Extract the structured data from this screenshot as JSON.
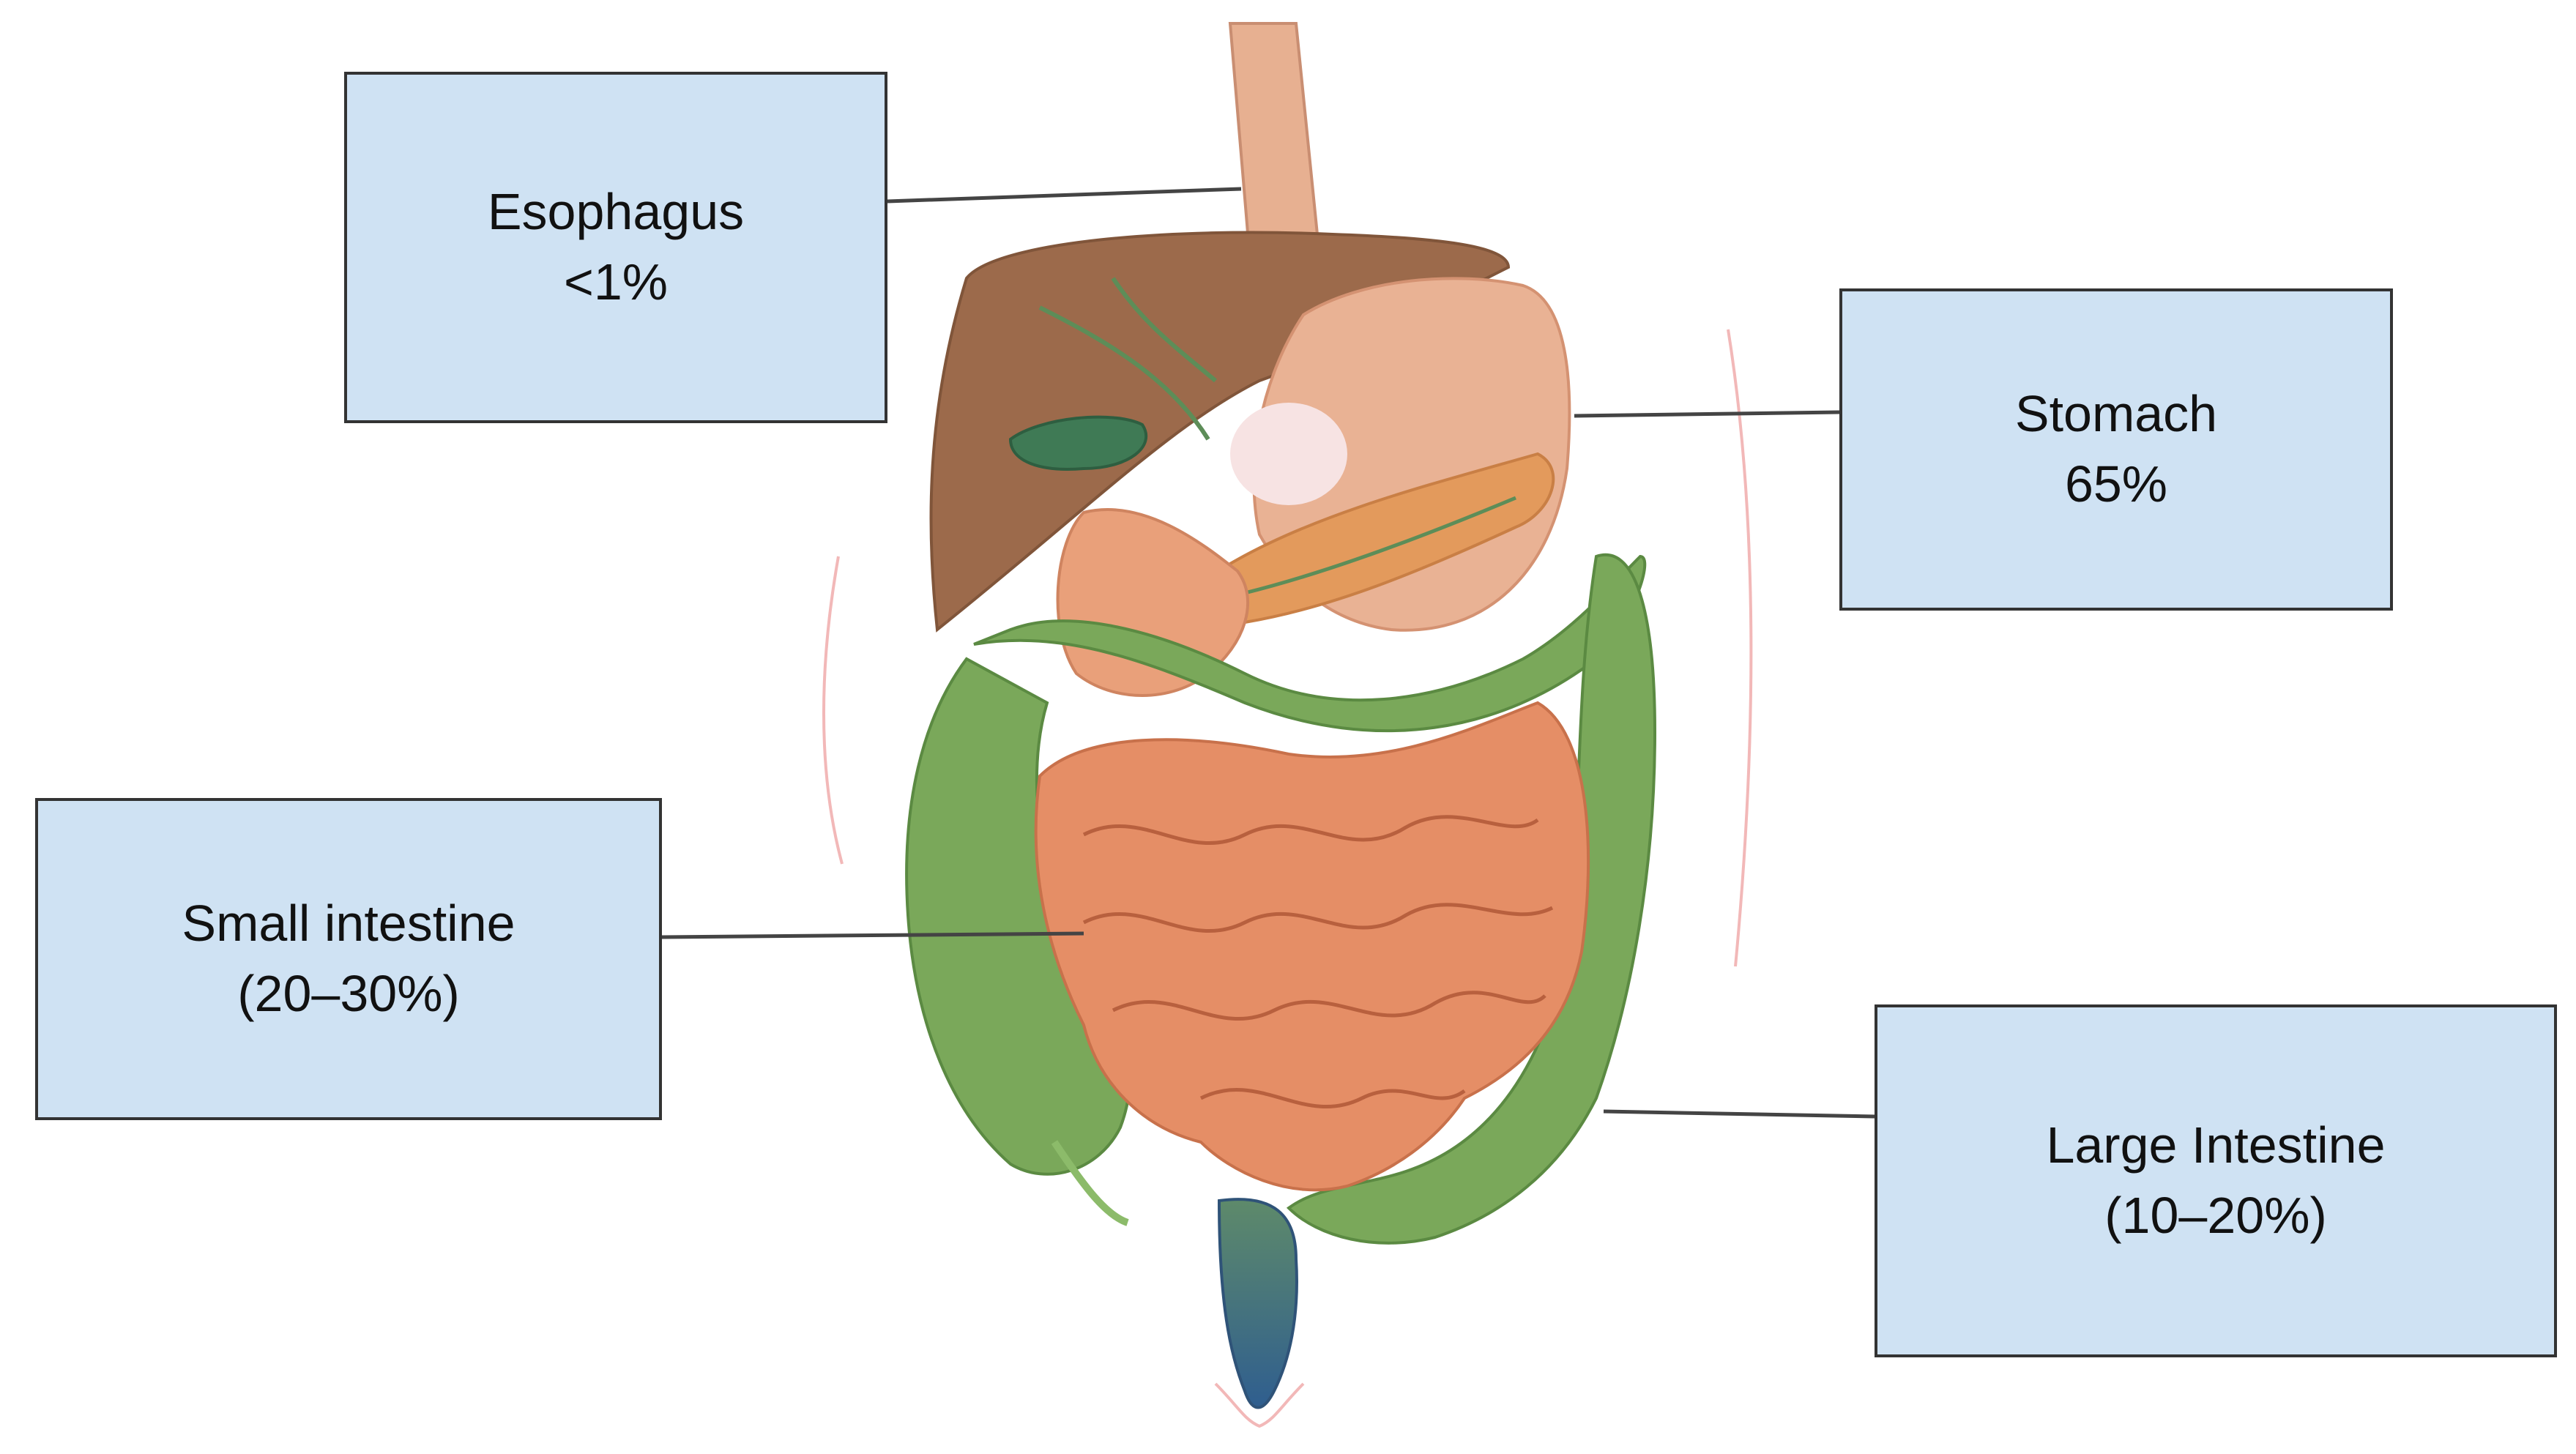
{
  "labels": {
    "esophagus": {
      "name": "Esophagus",
      "value": "<1%"
    },
    "stomach": {
      "name": "Stomach",
      "value": "65%"
    },
    "small_intestine": {
      "name": "Small intestine",
      "value": "(20–30%)"
    },
    "large_intestine": {
      "name": "Large Intestine",
      "value": "(10–20%)"
    }
  },
  "colors": {
    "box_fill": "#cfe2f3",
    "box_border": "#333333",
    "leader_line": "#444444",
    "liver": "#9c6a4b",
    "stomach": "#e9b294",
    "pancreas": "#e39a5c",
    "small_intestine": "#e58e66",
    "colon": "#7aa85a",
    "rectum": "#3f6e94",
    "gallbladder": "#3f7a55"
  }
}
